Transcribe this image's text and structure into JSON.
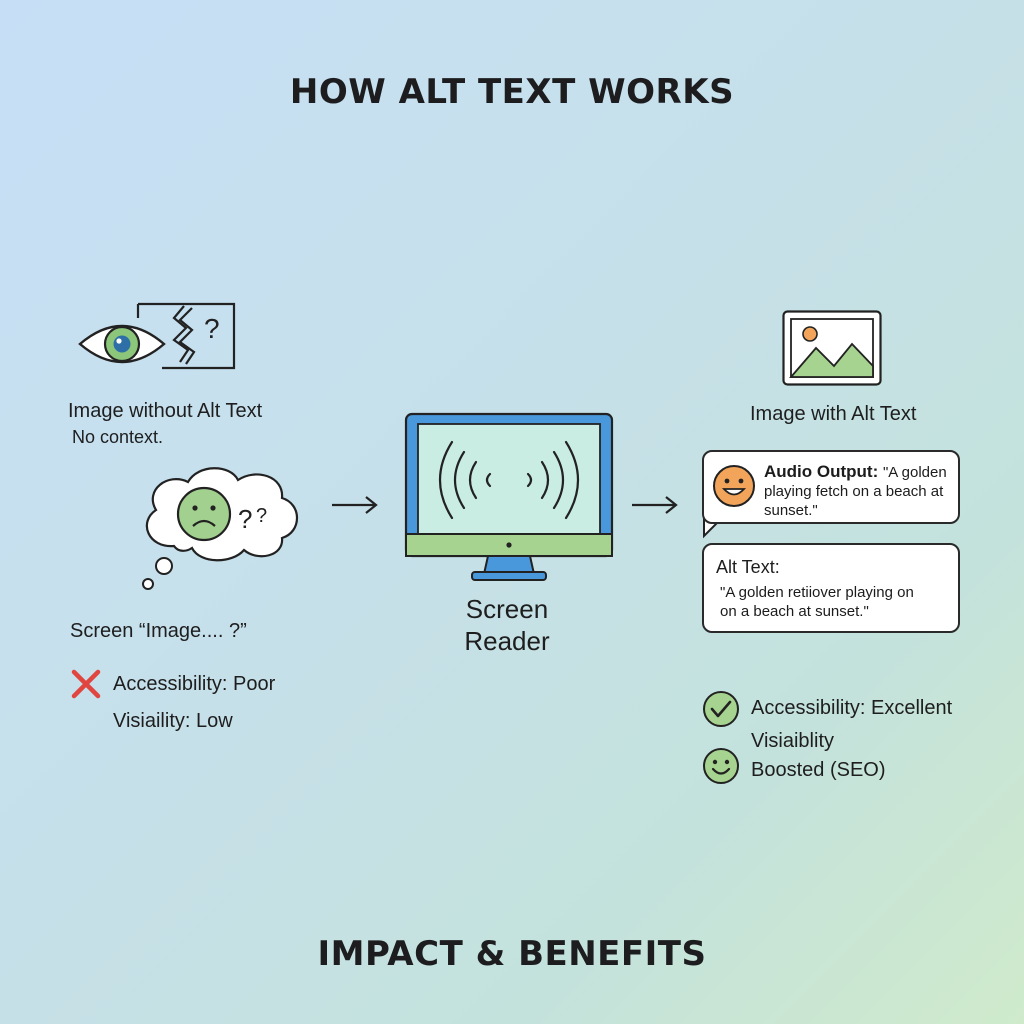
{
  "header": {
    "title": "HOW ALT TEXT WORKS"
  },
  "left": {
    "heading": "Image without Alt Text",
    "subheading": "No context.",
    "screen_line": "Screen “Image.... ?”",
    "stat_accessibility": "Accessibility: Poor",
    "stat_visibility": "Visiaility: Low"
  },
  "center": {
    "line1": "Screen",
    "line2": "Reader"
  },
  "right": {
    "heading": "Image with Alt Text",
    "audio_label": "Audio Output:",
    "audio_text_1": "\"A golden",
    "audio_text_2": "playing fetch on a beach at",
    "audio_text_3": "sunset.\"",
    "alt_label": "Alt Text:",
    "alt_text_1": "\"A golden retiiover playing on",
    "alt_text_2": "on a beach at sunset.\"",
    "stat_accessibility": "Accessibility: Excellent",
    "stat_visibility_1": "Visiaiblity",
    "stat_visibility_2": "Boosted (SEO)"
  },
  "footer": {
    "title": "IMPACT & BENEFITS"
  },
  "colors": {
    "accent_green": "#9fce8a",
    "monitor_blue": "#4a98dc",
    "cross_red": "#e0463f",
    "emoji_orange": "#f2a45a"
  }
}
